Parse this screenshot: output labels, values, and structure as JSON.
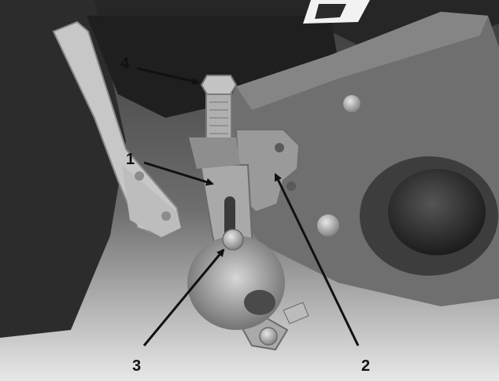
{
  "callouts": [
    {
      "id": "4",
      "label": "4"
    },
    {
      "id": "1",
      "label": "1"
    },
    {
      "id": "3",
      "label": "3"
    },
    {
      "id": "2",
      "label": "2"
    }
  ],
  "colors": {
    "background": "#ffffff",
    "engine_housing": "#3a3a3a",
    "bracket": "#7a7a7a",
    "lever": "#c8c8c8",
    "label": "#111111"
  }
}
